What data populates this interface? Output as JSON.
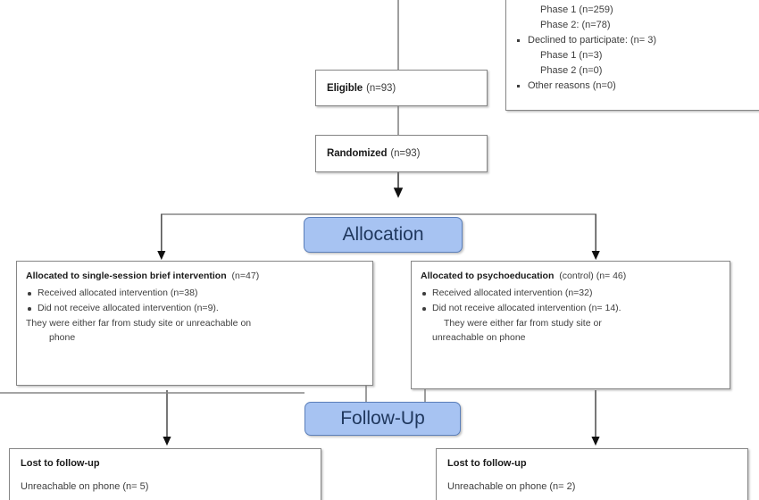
{
  "diagram": {
    "type": "consort-flow-diagram",
    "line_color": "#868686",
    "accent_color": "#a7c3f2",
    "accent_border": "#5b7fba"
  },
  "exclusion_box": {
    "lines": [
      {
        "style": "sub",
        "text": "Phase 1 (n=259)"
      },
      {
        "style": "sub",
        "text": "Phase 2: (n=78)"
      },
      {
        "style": "bullet",
        "text": "Declined to participate: (n= 3)"
      },
      {
        "style": "sub",
        "text": "Phase 1 (n=3)"
      },
      {
        "style": "sub",
        "text": "Phase 2 (n=0)"
      },
      {
        "style": "bullet",
        "text": "Other reasons (n=0)"
      }
    ]
  },
  "eligible": {
    "title": "Eligible",
    "count": "(n=93)"
  },
  "randomized": {
    "title": "Randomized",
    "count": "(n=93)"
  },
  "allocation_stage": {
    "label": "Allocation"
  },
  "followup_stage": {
    "label": "Follow-Up"
  },
  "allocation_left": {
    "head_bold": "Allocated to single-session brief intervention",
    "head_count": "(n=47)",
    "items": [
      "Received allocated intervention (n=38)",
      "Did not receive allocated intervention (n=9)."
    ],
    "continuation_line1": "They were either far from study site or unreachable on",
    "continuation_line2": "phone"
  },
  "allocation_right": {
    "head_bold": "Allocated to psychoeducation",
    "head_count": "(control) (n= 46)",
    "items": [
      "Received allocated intervention (n=32)",
      "Did not receive allocated intervention (n= 14)."
    ],
    "continuation_line1": "They were either far from study site or",
    "continuation_line2": "unreachable on phone"
  },
  "lost_left": {
    "title": "Lost to follow-up",
    "detail": "Unreachable on phone (n= 5)"
  },
  "lost_right": {
    "title": "Lost to follow-up",
    "detail": "Unreachable on phone (n= 2)"
  }
}
